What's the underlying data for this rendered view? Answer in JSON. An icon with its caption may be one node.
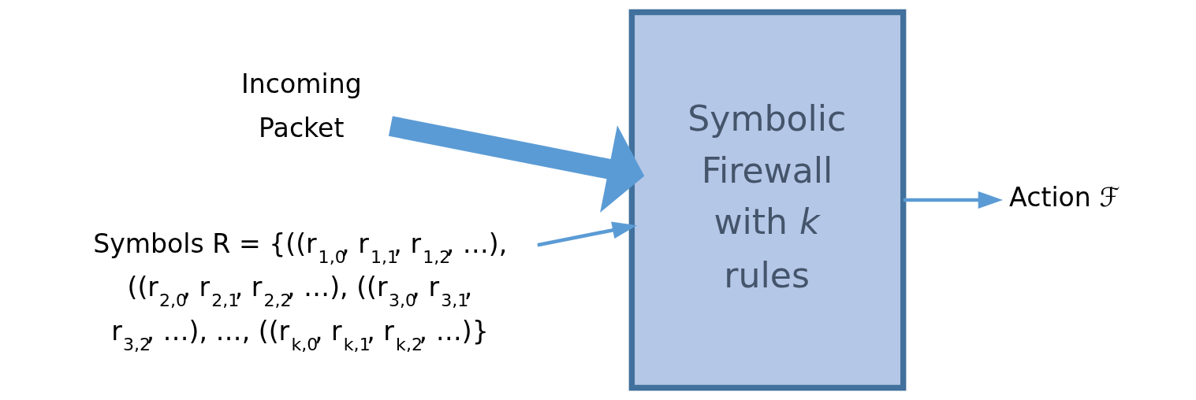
{
  "diagram": {
    "nodes": [
      {
        "text": [
          "Incoming Packet"
        ]
      },
      {
        "text": [
          "Symbols R = {((r$_{1,0}$, r$_{1,1}$, r$_{1,2}$, …), ((r$_{2,0}$, r$_{2,1}$, r$_{2,2}$, …), ((r$_{3,0}$, r$_{3,1}$, r$_{3,2}$, …), …, ((r$_{k,0}$, r$_{k,1}$, r$_{k,2}$, …)}"
        ]
      },
      {
        "text": [
          "Symbolic Firewall with *k* rules"
        ]
      },
      {
        "text": [
          "Action ℱ"
        ]
      }
    ],
    "edges": [
      {
        "from": 0,
        "to": 2,
        "arrow": "to",
        "style": "thick"
      },
      {
        "from": 1,
        "to": 2,
        "arrow": "to"
      },
      {
        "from": 2,
        "to": 3,
        "arrow": "to"
      }
    ]
  }
}
